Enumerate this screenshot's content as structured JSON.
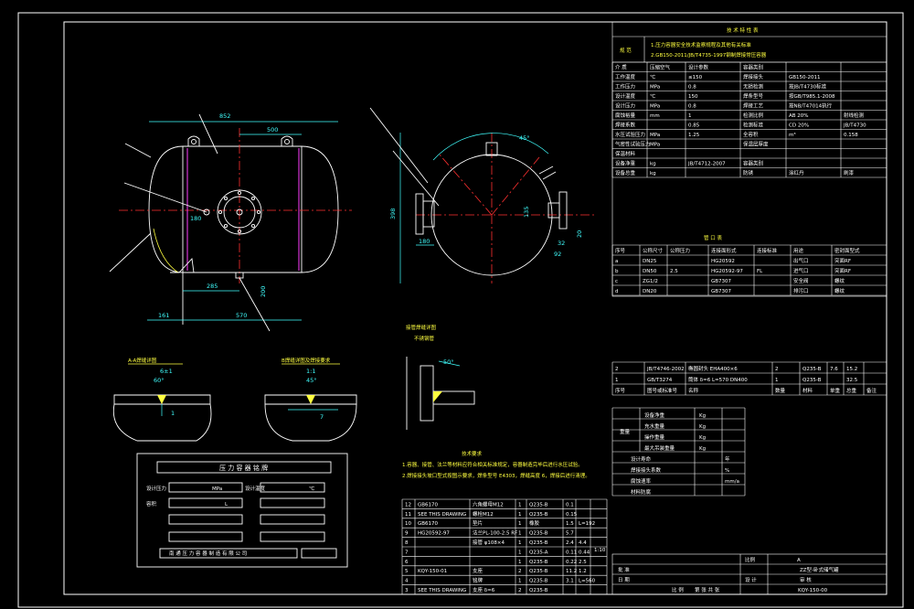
{
  "dims": {
    "overall_length": "852",
    "support_spacing": "500",
    "diameter": "398",
    "left_offset": "161",
    "bottom_span": "570",
    "support_width": "285",
    "drain_height": "200",
    "manhole_offset": "180",
    "flange_width": "180",
    "side_a": "92",
    "side_b": "32",
    "side_c": "135",
    "angle_top": "45°",
    "side_d": "20"
  },
  "weld_details": {
    "left_title": "A-A焊缝详图",
    "right_title": "B焊缝详图及焊接要求",
    "left_angle": "60°",
    "right_angle": "45°",
    "left_ratio": "6±1",
    "right_ratio": "1:1",
    "left_gap": "1",
    "right_gap": "7",
    "nozzle_title": "接管焊缝详图",
    "nozzle_subtitle": "不锈钢管",
    "nozzle_angle": "50°"
  },
  "nameplate": {
    "title": "压  力  容  器  铭  牌",
    "l1": "设计压力",
    "u1": "MPa",
    "l2": "容积",
    "u2": "L",
    "r1": "设计温度",
    "u3": "℃",
    "footer": "南  通  压  力  容  器  制  造  有  限  公  司"
  },
  "notes": {
    "title": "技术要求",
    "line1": "1.容器、接管、法兰等材料应符合相关标准规定，容器制造完毕后进行水压试验。",
    "line2": "2.焊接接头坡口型式按图示要求，焊条型号 E4303，焊缝高度 6，焊接后进行清理。"
  },
  "spec": {
    "title": "技 术 特 性 表",
    "std_label": "规  范",
    "std_line1": "1.压力容器安全技术监察规程及其他有关标准",
    "std_line2": "2.GB150-2011/JB/T4735-1997钢制焊接常压容器",
    "headers": [
      "介  质",
      "压缩空气",
      "设计参数",
      "容器类别"
    ],
    "rows": [
      [
        "工作温度",
        "℃",
        "≤150",
        "焊接接头",
        "GB150-2011",
        ""
      ],
      [
        "工作压力",
        "MPa",
        "0.8",
        "无损检测",
        "按JB/T4730标准",
        ""
      ],
      [
        "设计温度",
        "℃",
        "150",
        "焊条型号",
        "按GB/T985.1-2008",
        ""
      ],
      [
        "设计压力",
        "MPa",
        "0.8",
        "焊接工艺",
        "按NB/T47014执行",
        ""
      ],
      [
        "腐蚀裕量",
        "mm",
        "1",
        "检测比例",
        "AB 20%",
        "射线检测"
      ],
      [
        "焊接系数",
        "",
        "0.85",
        "检测标准",
        "CD 20%",
        "JB/T4730"
      ],
      [
        "水压试验压力",
        "MPa",
        "1.25",
        "全容积",
        "m³",
        "0.158"
      ],
      [
        "气密性试验压力",
        "MPa",
        "",
        "保温层厚度",
        "",
        ""
      ],
      [
        "保温材料",
        "",
        "",
        "",
        "",
        ""
      ],
      [
        "设备净重",
        "kg",
        "JB/T4712-2007",
        "容器类别",
        "",
        ""
      ],
      [
        "设备总重",
        "kg",
        "",
        "防锈",
        "涂红丹",
        "刷漆"
      ]
    ]
  },
  "nozzle_table": {
    "title": "管  口  表",
    "headers": [
      "序号",
      "公称尺寸",
      "公称压力",
      "连接面形式",
      "连接标准",
      "用途",
      "密封面型式"
    ],
    "rows": [
      [
        "a",
        "DN25",
        "",
        "HG20592",
        "",
        "出气口",
        "突面RF"
      ],
      [
        "b",
        "DN50",
        "2.5",
        "HG20592-97",
        "FL",
        "进气口",
        "突面RF"
      ],
      [
        "c",
        "ZG1/2",
        "",
        "GB7307",
        "",
        "安全阀",
        "螺纹"
      ],
      [
        "d",
        "DN20",
        "",
        "GB7307",
        "",
        "排污口",
        "螺纹"
      ]
    ]
  },
  "bom_upper": {
    "rows": [
      [
        "2",
        "JB/T4746-2002",
        "椭圆封头 EHA400×6",
        "2",
        "Q235-B",
        "7.6",
        "15.2"
      ],
      [
        "1",
        "GB/T3274",
        "筒体 δ=6 L=570 DN400",
        "1",
        "Q235-B",
        "",
        "32.5"
      ]
    ],
    "headers": [
      "序号",
      "图号或标准号",
      "名称",
      "数量",
      "材料",
      "单重",
      "总重",
      "备注"
    ]
  },
  "weight_block": {
    "left": "重量",
    "rows": [
      [
        "设备净重",
        "Kg",
        ""
      ],
      [
        "充水重量",
        "Kg",
        ""
      ],
      [
        "操作重量",
        "Kg",
        ""
      ],
      [
        "最大吊装重量",
        "Kg",
        ""
      ]
    ],
    "extra": [
      [
        "设计寿命",
        "年"
      ],
      [
        "焊接接头系数",
        "%"
      ],
      [
        "腐蚀速率",
        "mm/a"
      ],
      [
        "材料防腐",
        ""
      ]
    ]
  },
  "bom_lower": {
    "rows": [
      [
        "12",
        "GB6170",
        "六角螺母M12",
        "1",
        "Q235-B",
        "0.1",
        ""
      ],
      [
        "11",
        "SEE THIS DRAWING",
        "螺栓M12",
        "1",
        "Q235-B",
        "0.15",
        ""
      ],
      [
        "10",
        "GB6170",
        "垫片",
        "1",
        "橡胶",
        "1.5",
        "L=192"
      ],
      [
        "9",
        "HG20592-97",
        "法兰PL-100-2.5 RF",
        "1",
        "Q235-B",
        "5.7",
        ""
      ],
      [
        "8",
        "",
        "接管 φ108×4",
        "1",
        "Q235-B",
        "2.4",
        "4.4"
      ],
      [
        "7",
        "",
        "",
        "1",
        "Q235-A",
        "0.11",
        "0.44"
      ],
      [
        "6",
        "",
        "",
        "1",
        "Q235-B",
        "0.22",
        "2.5"
      ],
      [
        "5",
        "KQY-150-01",
        "支座",
        "2",
        "Q235-B",
        "11.2",
        "1.2"
      ],
      [
        "4",
        "",
        "铭牌",
        "1",
        "Q235-B",
        "3.1",
        "L=560"
      ],
      [
        "3",
        "SEE THIS DRAWING",
        "支座 δ=6",
        "2",
        "Q235-B",
        "",
        ""
      ]
    ]
  },
  "title_block": {
    "ratio_label": "比例",
    "ratio_value": "1:10",
    "sheet": "A",
    "name": "ZZ型-卧式储气罐",
    "drawing_no": "KQY-150-00",
    "design": "设  计",
    "check": "审  核",
    "approve": "批  准",
    "date": "日  期",
    "scale": "比  例",
    "page": "第  张  共  张"
  }
}
